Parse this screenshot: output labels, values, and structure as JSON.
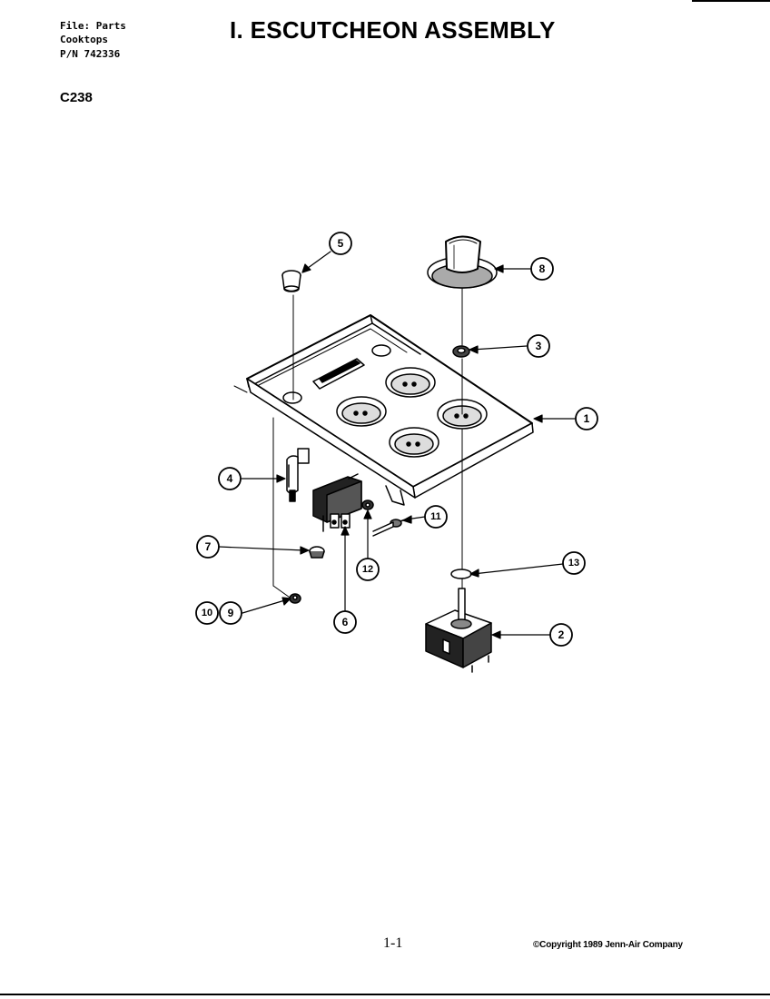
{
  "header": {
    "file_line": "File: Parts",
    "category_line": "Cooktops",
    "pn_line": "P/N 742336",
    "model": "C238",
    "title": "I. ESCUTCHEON ASSEMBLY"
  },
  "callouts": [
    {
      "id": "c1",
      "label": "1"
    },
    {
      "id": "c2",
      "label": "2"
    },
    {
      "id": "c3",
      "label": "3"
    },
    {
      "id": "c4",
      "label": "4"
    },
    {
      "id": "c5",
      "label": "5"
    },
    {
      "id": "c6",
      "label": "6"
    },
    {
      "id": "c7",
      "label": "7"
    },
    {
      "id": "c8",
      "label": "8"
    },
    {
      "id": "c9",
      "label": "9"
    },
    {
      "id": "c10",
      "label": "10"
    },
    {
      "id": "c11",
      "label": "11"
    },
    {
      "id": "c12",
      "label": "12"
    },
    {
      "id": "c13",
      "label": "13"
    }
  ],
  "footer": {
    "page_number": "1-1",
    "copyright": "©Copyright 1989 Jenn-Air Company"
  }
}
